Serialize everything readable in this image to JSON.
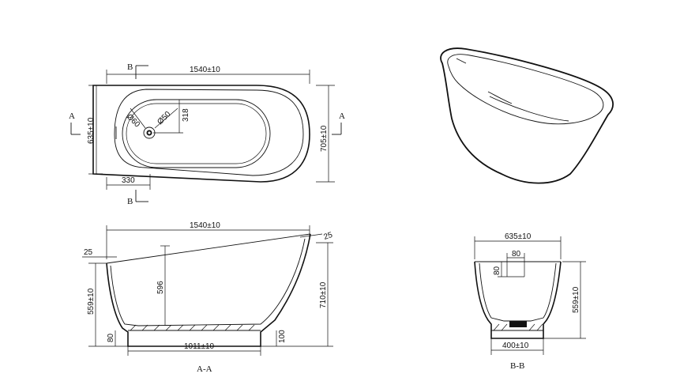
{
  "top_view": {
    "section_mark_b": "B",
    "section_mark_a": "A",
    "length": "1540±10",
    "width_small": "635±10",
    "width_large": "705±10",
    "offset": "330",
    "drain_offset": "318",
    "drain_dia_outer": "Ø60",
    "drain_dia_inner": "Ø50"
  },
  "section_aa": {
    "title": "A-A",
    "length": "1540±10",
    "angle_left": "25",
    "angle_right": "25",
    "depth": "596",
    "height_left": "559±10",
    "height_right": "710±10",
    "base_left": "80",
    "base_right": "100",
    "base_length": "1011±10"
  },
  "section_bb": {
    "title": "B-B",
    "width_top": "635±10",
    "drain_w": "80",
    "drain_h": "80",
    "height": "559±10",
    "base_width": "400±10"
  }
}
